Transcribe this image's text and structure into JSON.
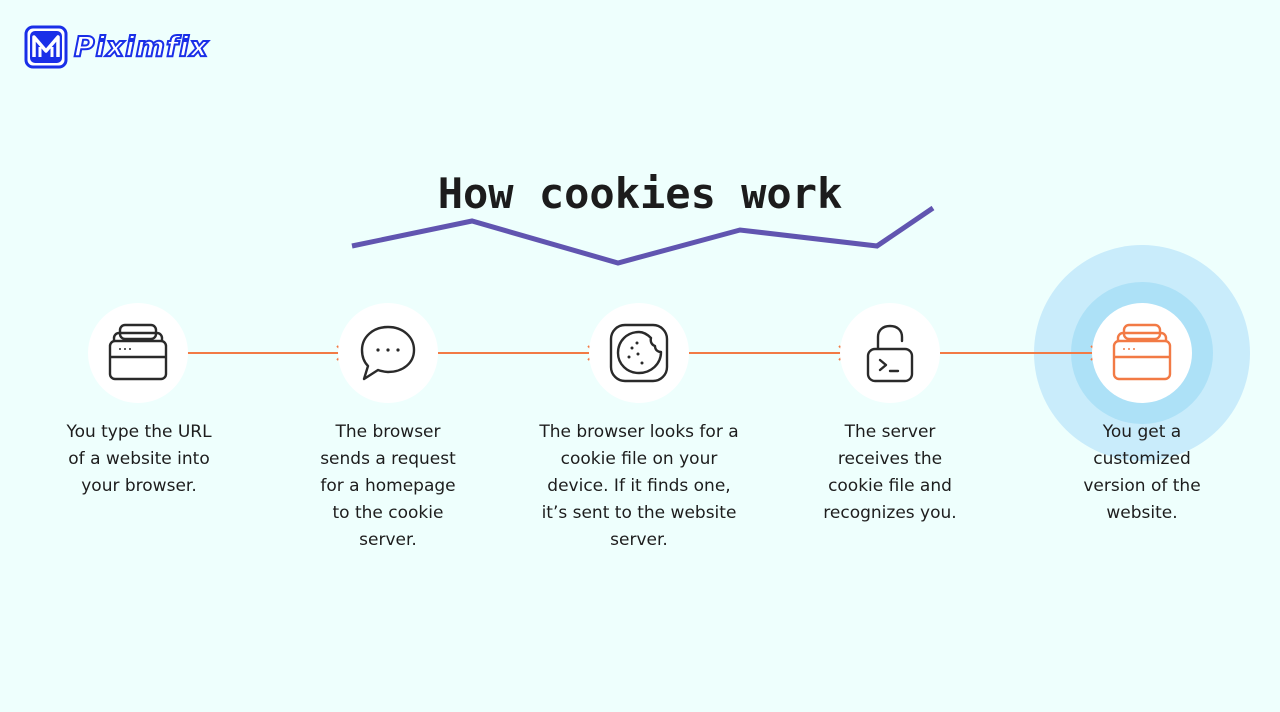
{
  "brand": {
    "name": "Piximfix",
    "logo_icon": "m-letter-logo-icon"
  },
  "title": "How cookies work",
  "colors": {
    "background": "#eefffd",
    "zigzag": "#6155b0",
    "arrow": "#f27a45",
    "icon_default": "#2a2a2a",
    "icon_highlight": "#f27a45",
    "halo_outer": "#c9ecfb",
    "halo_inner": "#ade1f7",
    "logo_blue": "#1a2fe8"
  },
  "steps": [
    {
      "icon": "browser-window-icon",
      "lines": [
        "You type the URL",
        "of a website into",
        "your browser."
      ]
    },
    {
      "icon": "speech-bubble-icon",
      "lines": [
        "The browser",
        "sends a request",
        "for a homepage",
        "to the cookie",
        "server."
      ]
    },
    {
      "icon": "cookie-icon",
      "lines": [
        "The browser looks for a",
        "cookie file on your",
        "device. If it finds one,",
        "it’s sent to the website",
        "server."
      ]
    },
    {
      "icon": "unlocked-padlock-terminal-icon",
      "lines": [
        "The server",
        "receives the",
        "cookie file and",
        "recognizes you."
      ]
    },
    {
      "icon": "browser-window-icon",
      "lines": [
        "You get a",
        "customized",
        "version of the",
        "website."
      ],
      "highlighted": true
    }
  ]
}
